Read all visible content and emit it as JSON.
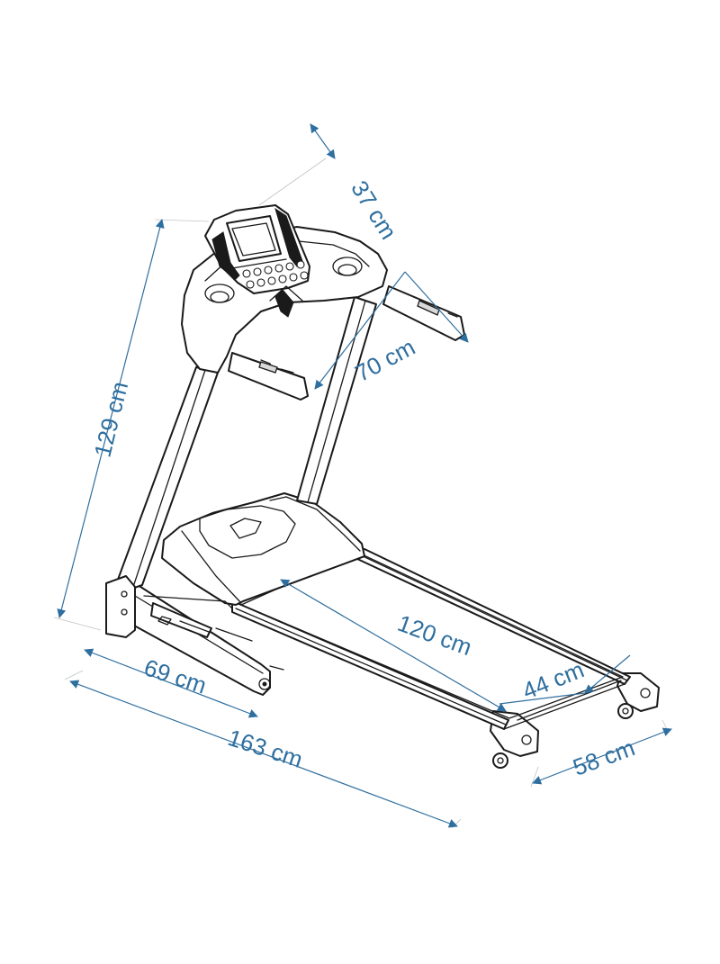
{
  "colors": {
    "accent": "#2f6f9f",
    "line": "#1a1a1a"
  },
  "dimensions": {
    "console_depth": "37 cm",
    "handlebar_width": "70 cm",
    "height": "129 cm",
    "running_length": "120 cm",
    "running_width": "44 cm",
    "folded_depth": "69 cm",
    "total_length": "163 cm",
    "total_width": "58 cm"
  }
}
